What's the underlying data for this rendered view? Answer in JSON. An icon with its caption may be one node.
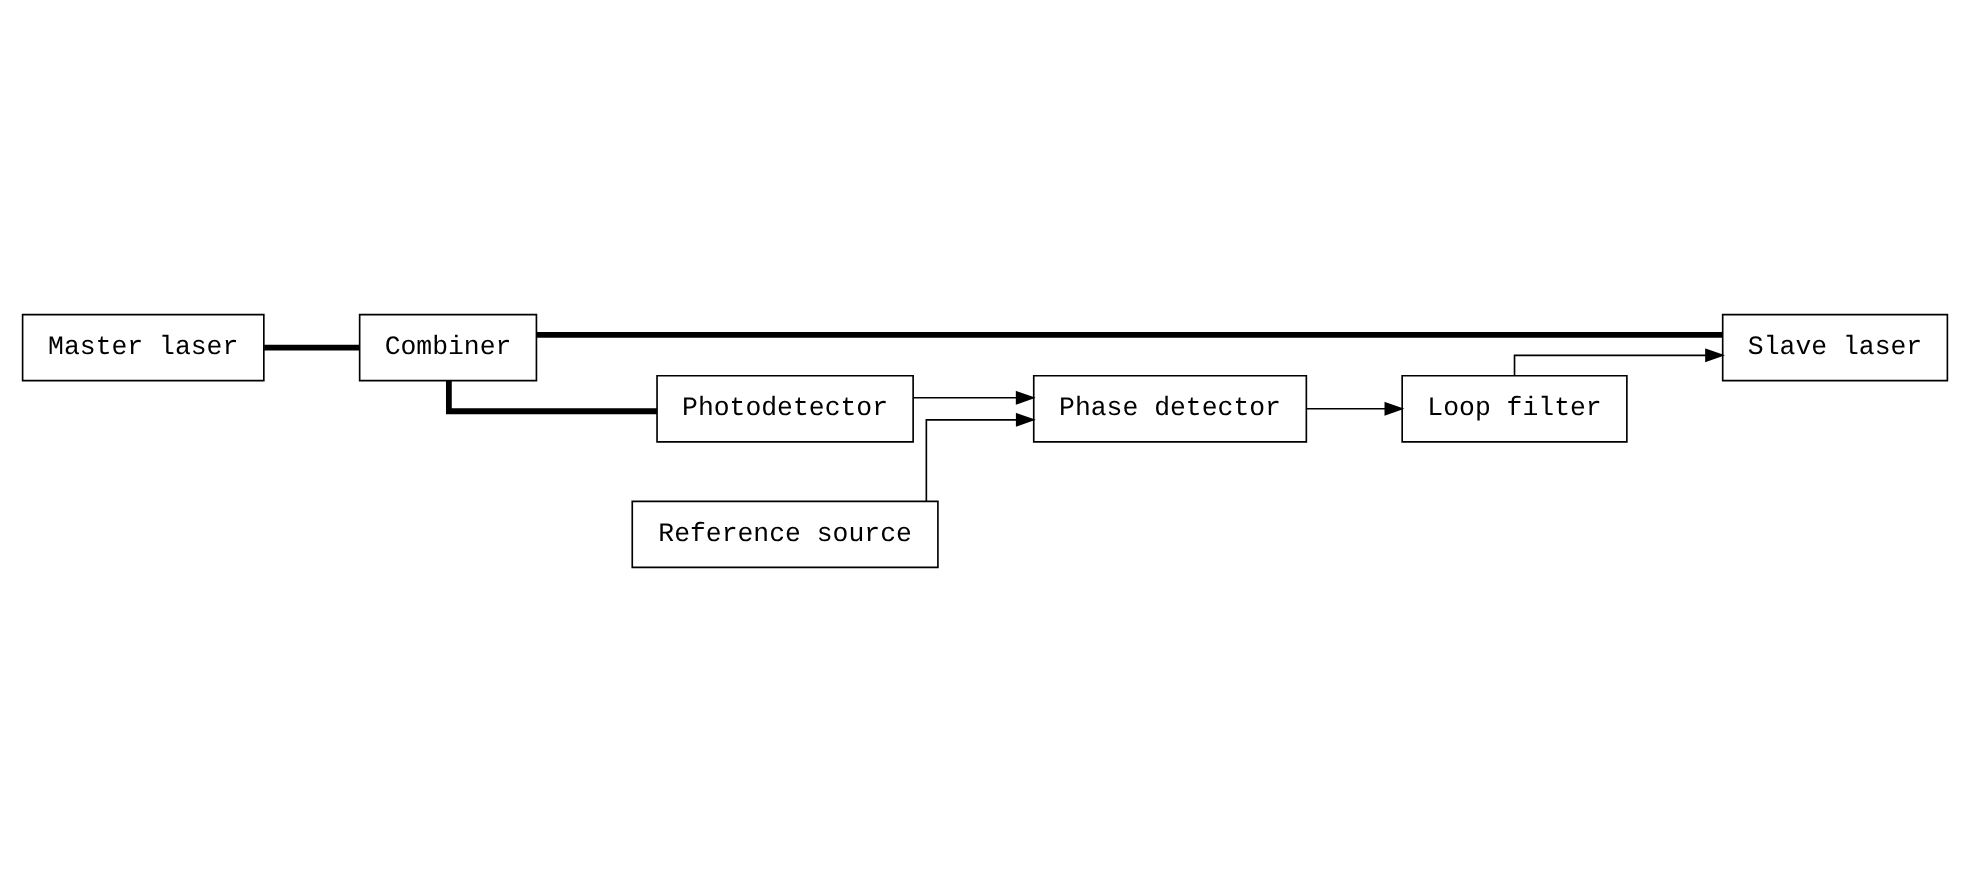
{
  "diagram": {
    "nodes": [
      {
        "text": [
          "Master laser"
        ]
      },
      {
        "text": [
          "Slave laser"
        ]
      },
      {
        "text": [
          "Combiner"
        ]
      },
      {
        "text": [
          "Photodetector"
        ]
      },
      {
        "text": [
          "Reference source"
        ]
      },
      {
        "text": [
          "Phase detector"
        ]
      },
      {
        "text": [
          "Loop filter"
        ]
      }
    ],
    "edges": [
      {
        "from": 0,
        "to": 2,
        "arrow": "none",
        "style": "thick"
      },
      {
        "from": 1,
        "to": 2,
        "arrow": "none",
        "style": "thick"
      },
      {
        "from": 2,
        "to": 3,
        "arrow": "none",
        "style": "thick"
      },
      {
        "from": 3,
        "to": 5,
        "arrow": "to"
      },
      {
        "from": 4,
        "to": 5,
        "arrow": "to"
      },
      {
        "from": 5,
        "to": 6,
        "arrow": "to"
      },
      {
        "from": 6,
        "to": 1,
        "arrow": "to"
      }
    ]
  }
}
